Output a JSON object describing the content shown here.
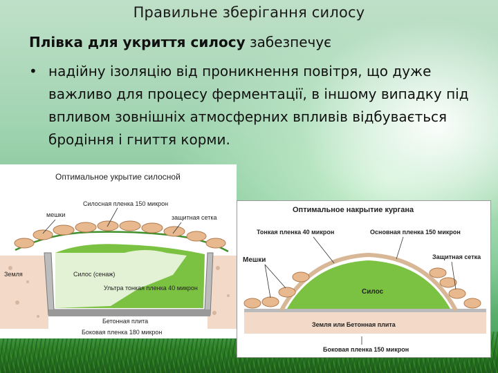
{
  "slide": {
    "title": "Правильне зберігання силосу",
    "lead_bold": "Плівка для укриття силосу",
    "lead_rest": " забезпечує",
    "bullet_marker": "•",
    "bullet_text": "надійну ізоляцію від проникнення повітря, що дуже важливо для процесу ферментації, в іншому випадку під впливом зовнішніх атмосферних впливів відбувається бродіння і гниття корми."
  },
  "figure_left": {
    "title": "Оптимальное укрытие силосной",
    "labels": {
      "film150": "Силосная пленка 150 микрон",
      "bags": "мешки",
      "net": "защитная сетка",
      "earth": "Земля",
      "silage": "Силос (сенаж)",
      "ultra_thin": "Ультра тонкая пленка 40 микрон",
      "concrete": "Бетонная плита",
      "side_film": "Боковая пленка 180 микрон"
    }
  },
  "figure_right": {
    "title": "Оптимальное накрытие кургана",
    "labels": {
      "thin": "Тонкая пленка 40 микрон",
      "main": "Основная пленка 150 микрон",
      "bags": "Мешки",
      "net": "Защитная сетка",
      "silage": "Силос",
      "ground": "Земля или Бетонная плита",
      "side": "Боковая пленка 150 микрон"
    }
  },
  "colors": {
    "silage_green": "#7cc242",
    "earth": "#f2d9c8",
    "bags": "#e8b98e"
  }
}
